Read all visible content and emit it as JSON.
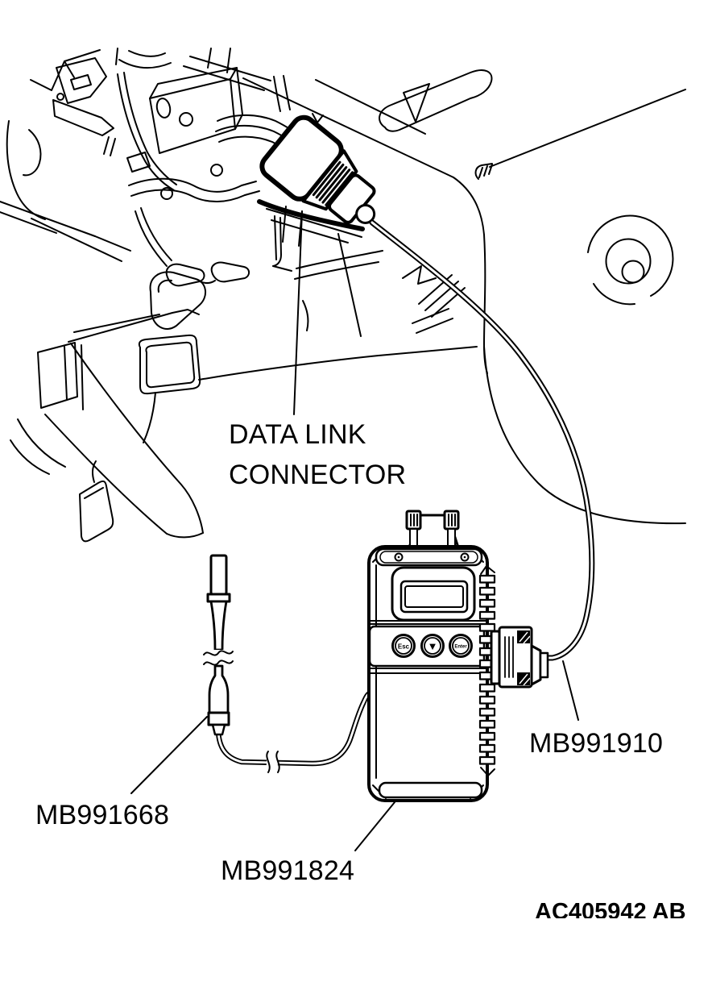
{
  "diagram": {
    "callouts": {
      "data_link_connector": {
        "line1": "DATA LINK",
        "line2": "CONNECTOR"
      },
      "test_harness": "MB991668",
      "scan_tool": "MB991824",
      "adapter_harness": "MB991910"
    },
    "figure_code": "AC405942 AB",
    "device": {
      "buttons": {
        "esc": "Esc",
        "down": "▼",
        "enter": "Enter"
      }
    },
    "colors": {
      "ink": "#000000",
      "paper": "#ffffff"
    }
  }
}
